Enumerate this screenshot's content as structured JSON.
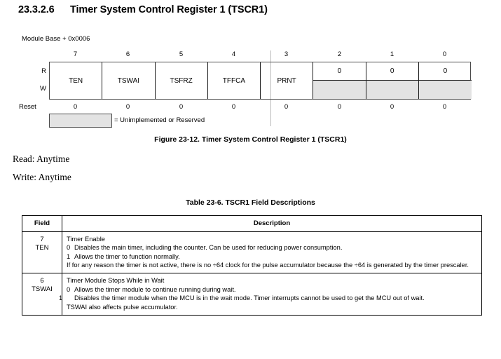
{
  "heading": {
    "number": "23.3.2.6",
    "title": "Timer System Control Register 1 (TSCR1)"
  },
  "module_base": "Module Base + 0x0006",
  "register_diagram": {
    "row_labels": {
      "read": "R",
      "write": "W",
      "reset": "Reset"
    },
    "bit_numbers": [
      "7",
      "6",
      "5",
      "4",
      "3",
      "2",
      "1",
      "0"
    ],
    "cells": [
      {
        "bit": "7",
        "type": "merged",
        "name": "TEN",
        "reset": "0"
      },
      {
        "bit": "6",
        "type": "merged",
        "name": "TSWAI",
        "reset": "0"
      },
      {
        "bit": "5",
        "type": "merged",
        "name": "TSFRZ",
        "reset": "0"
      },
      {
        "bit": "4",
        "type": "merged",
        "name": "TFFCA",
        "reset": "0"
      },
      {
        "bit": "3",
        "type": "merged",
        "name": "PRNT",
        "reset": "0"
      },
      {
        "bit": "2",
        "type": "split",
        "read_value": "0",
        "write_value": "",
        "reset": "0"
      },
      {
        "bit": "1",
        "type": "split",
        "read_value": "0",
        "write_value": "",
        "reset": "0"
      },
      {
        "bit": "0",
        "type": "split",
        "read_value": "0",
        "write_value": "",
        "reset": "0"
      }
    ],
    "legend_text": "= Unimplemented or Reserved",
    "shade_color": "#e3e3e3"
  },
  "figure_caption": "Figure 23-12. Timer System Control Register 1 (TSCR1)",
  "access": {
    "read": "Read: Anytime",
    "write": "Write: Anytime"
  },
  "table_caption": "Table 23-6. TSCR1 Field Descriptions",
  "field_table": {
    "headers": {
      "field": "Field",
      "description": "Description"
    },
    "rows": [
      {
        "bit": "7",
        "name": "TEN",
        "title": "Timer Enable",
        "bullets": [
          {
            "value": "0",
            "text": "Disables the main timer, including the counter. Can be used for reducing power consumption."
          },
          {
            "value": "1",
            "text": "Allows the timer to function normally."
          }
        ],
        "note": "If for any reason the timer is not active, there is no ÷64 clock for the pulse accumulator because the ÷64 is generated by the timer prescaler."
      },
      {
        "bit": "6",
        "name": "TSWAI",
        "title": "Timer Module Stops While in Wait",
        "bullets": [
          {
            "value": "0",
            "text": "Allows the timer module to continue running during wait."
          },
          {
            "value": "1",
            "text": "Disables the timer module when the MCU is in the wait mode. Timer interrupts cannot be used to get the MCU out of wait."
          }
        ],
        "note": "TSWAI also affects pulse accumulator."
      }
    ]
  }
}
